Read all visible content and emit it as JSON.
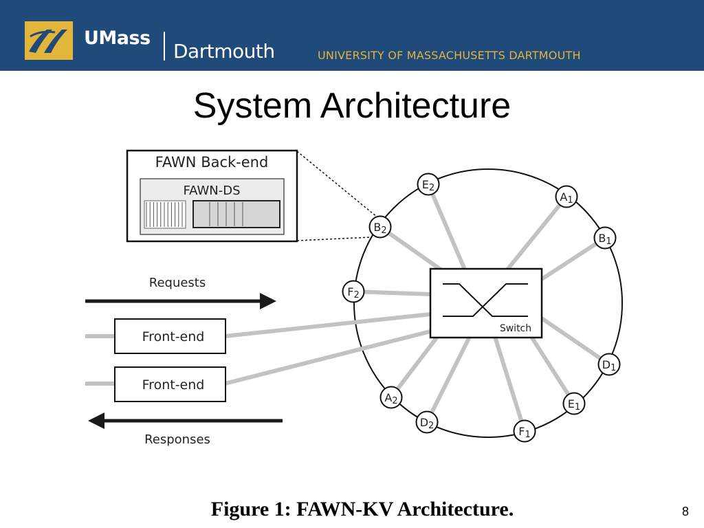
{
  "header": {
    "brand_name": "UMass",
    "campus": "Dartmouth",
    "university": "UNIVERSITY OF MASSACHUSETTS DARTMOUTH",
    "logo_icon": "umass-logo-icon",
    "colors": {
      "banner": "#1f4a7a",
      "gold": "#e3b53b"
    }
  },
  "slide": {
    "title": "System Architecture",
    "page_number": "8"
  },
  "diagram": {
    "backend_title": "FAWN Back-end",
    "datastore_title": "FAWN-DS",
    "requests_label": "Requests",
    "responses_label": "Responses",
    "frontends": [
      "Front-end",
      "Front-end"
    ],
    "switch_label": "Switch",
    "nodes": [
      {
        "letter": "E",
        "sub": "2"
      },
      {
        "letter": "A",
        "sub": "1"
      },
      {
        "letter": "B",
        "sub": "1"
      },
      {
        "letter": "D",
        "sub": "1"
      },
      {
        "letter": "E",
        "sub": "1"
      },
      {
        "letter": "F",
        "sub": "1"
      },
      {
        "letter": "D",
        "sub": "2"
      },
      {
        "letter": "A",
        "sub": "2"
      },
      {
        "letter": "F",
        "sub": "2"
      },
      {
        "letter": "B",
        "sub": "2"
      }
    ]
  },
  "caption": "Figure 1: FAWN-KV Architecture."
}
